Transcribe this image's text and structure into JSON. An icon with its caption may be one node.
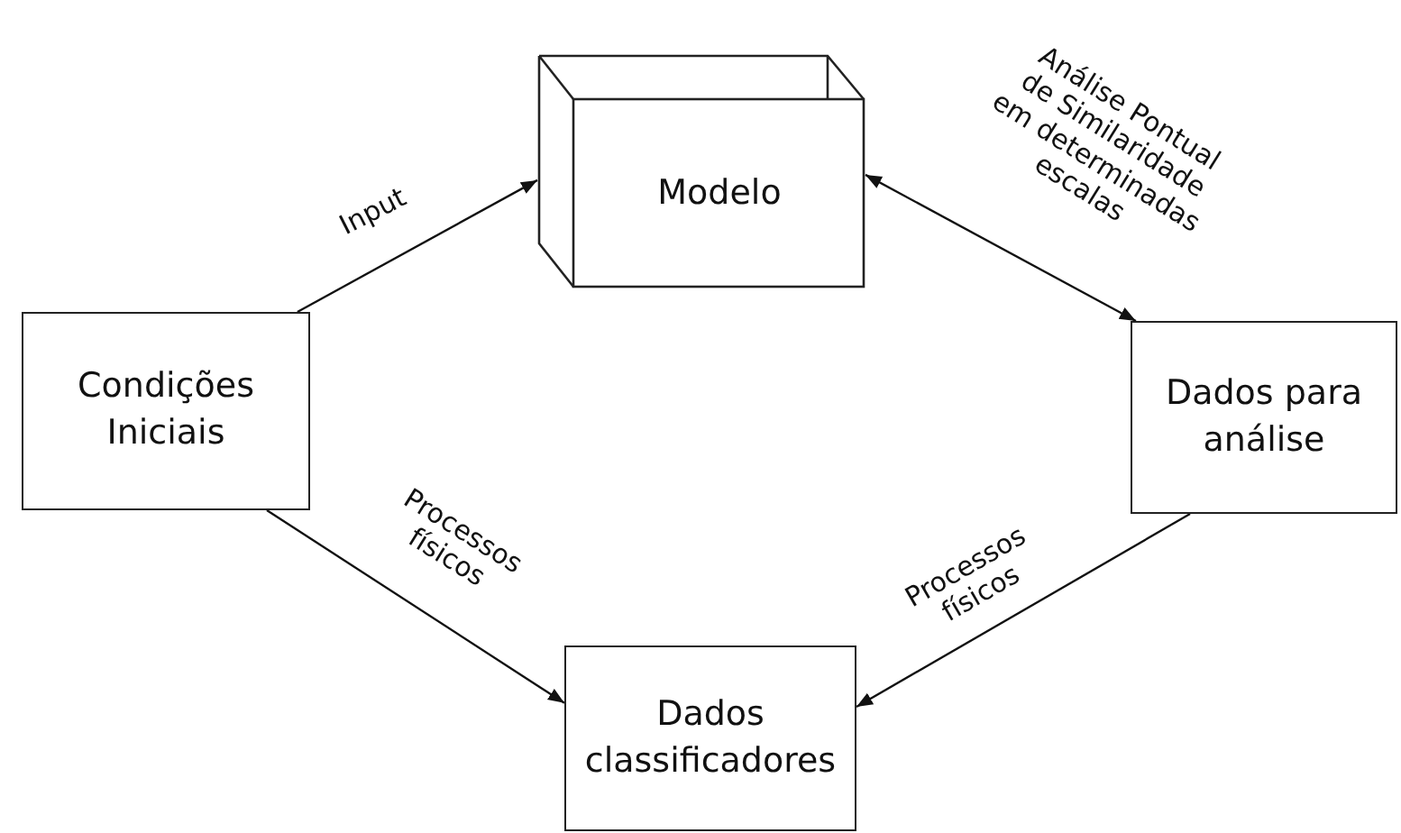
{
  "diagram": {
    "nodes": [
      {
        "text": [
          "Condições Iniciais"
        ]
      },
      {
        "text": [
          "Modelo"
        ]
      },
      {
        "text": [
          "Dados para análise"
        ]
      },
      {
        "text": [
          "Dados classificadores"
        ]
      }
    ],
    "edges": [
      {
        "from": 0,
        "to": 1,
        "arrow": "to",
        "label": "Input"
      },
      {
        "from": 1,
        "to": 2,
        "arrow": "both",
        "label": "Análise Pontual de Similaridade em determinadas escalas"
      },
      {
        "from": 0,
        "to": 3,
        "arrow": "to",
        "label": "Processos físicos"
      },
      {
        "from": 2,
        "to": 3,
        "arrow": "to",
        "label": "Processos físicos"
      }
    ]
  }
}
